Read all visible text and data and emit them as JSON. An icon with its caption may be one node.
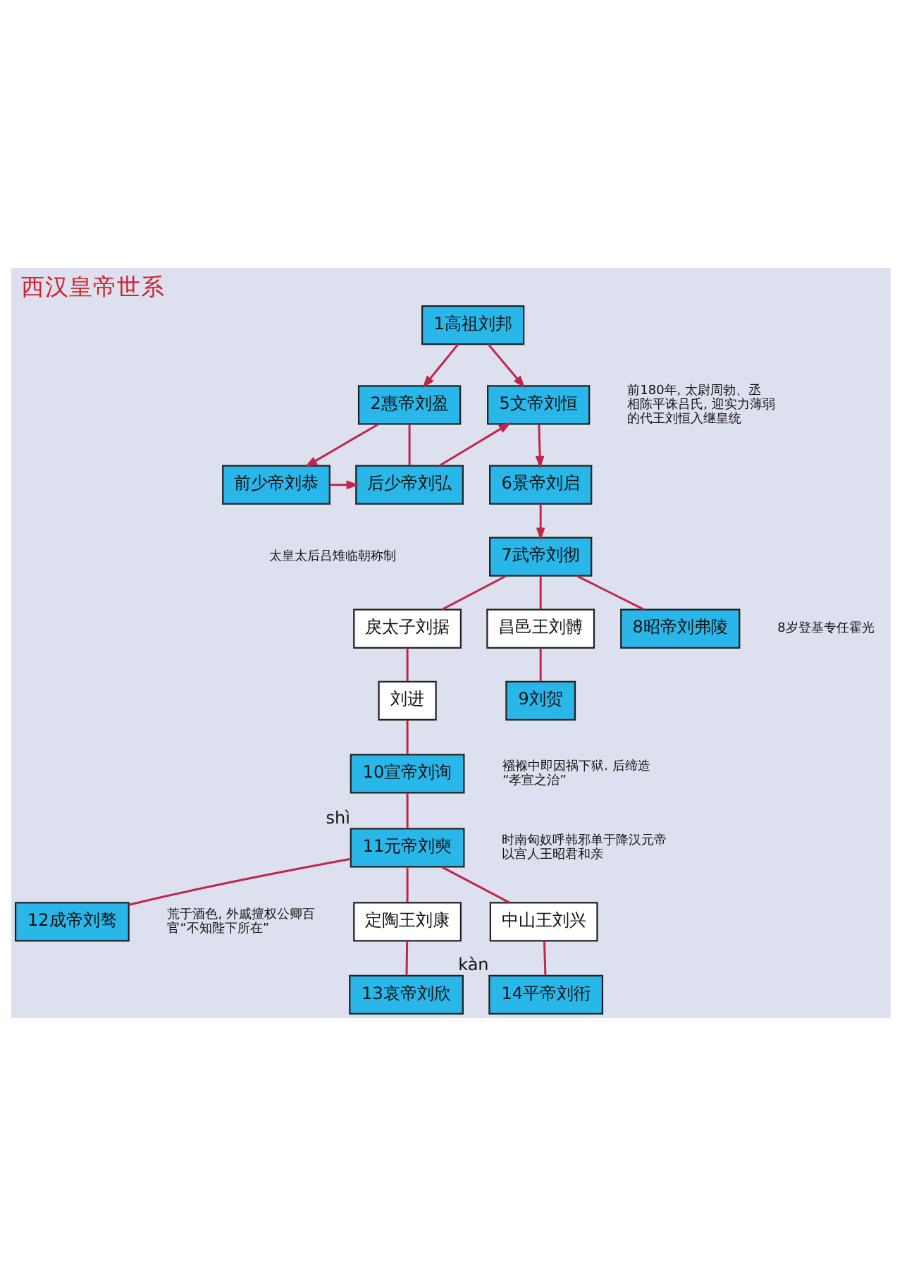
{
  "diagram": {
    "title": "西汉皇帝世系",
    "nodes": [
      {
        "text": [
          "1高祖刘邦"
        ]
      },
      {
        "text": [
          "2惠帝刘盈"
        ]
      },
      {
        "text": [
          "5文帝刘恒"
        ],
        "beside": [
          "前180年, 太尉周勃、丞相陈平诛吕氏, 迎实力薄弱的代王刘恒入继皇统"
        ]
      },
      {
        "text": [
          "前少帝刘恭"
        ]
      },
      {
        "text": [
          "后少帝刘弘"
        ]
      },
      {
        "text": [
          "6景帝刘启"
        ]
      },
      {
        "text": [
          "7武帝刘彻"
        ]
      },
      {
        "text": [
          "戾太子刘据"
        ]
      },
      {
        "text": [
          "昌邑王刘髆"
        ]
      },
      {
        "text": [
          "8昭帝刘弗陵"
        ],
        "beside": [
          "8岁登基专任霍光"
        ]
      },
      {
        "text": [
          "刘进"
        ]
      },
      {
        "text": [
          "9刘贺"
        ]
      },
      {
        "text": [
          "10宣帝刘询"
        ],
        "beside": [
          "襁褓中即因祸下狱. 后缔造“孝宣之治”"
        ]
      },
      {
        "text": [
          "11元帝刘奭"
        ],
        "beside": [
          "shì",
          "时南匈奴呼韩邪单于降汉元帝以宫人王昭君和亲"
        ]
      },
      {
        "text": [
          "12成帝刘骜"
        ],
        "beside": [
          "荒于酒色, 外戚擅权公卿百官“不知陛下所在”"
        ]
      },
      {
        "text": [
          "定陶王刘康"
        ]
      },
      {
        "text": [
          "中山王刘兴"
        ]
      },
      {
        "text": [
          "13哀帝刘欣"
        ]
      },
      {
        "text": [
          "14平帝刘衎"
        ],
        "beside": [
          "kàn"
        ]
      }
    ],
    "edges": [
      {
        "from": 0,
        "to": 1,
        "arrow": "to"
      },
      {
        "from": 0,
        "to": 2,
        "arrow": "to"
      },
      {
        "from": 1,
        "to": 3,
        "arrow": "to"
      },
      {
        "from": 1,
        "to": 4,
        "arrow": "none"
      },
      {
        "from": 3,
        "to": 4,
        "arrow": "to"
      },
      {
        "from": 4,
        "to": 2,
        "arrow": "to"
      },
      {
        "from": 2,
        "to": 5,
        "arrow": "to"
      },
      {
        "from": 5,
        "to": 6,
        "arrow": "to"
      },
      {
        "from": 6,
        "to": 7,
        "arrow": "none"
      },
      {
        "from": 6,
        "to": 8,
        "arrow": "none"
      },
      {
        "from": 6,
        "to": 9,
        "arrow": "none"
      },
      {
        "from": 7,
        "to": 10,
        "arrow": "none"
      },
      {
        "from": 8,
        "to": 11,
        "arrow": "none"
      },
      {
        "from": 10,
        "to": 12,
        "arrow": "none"
      },
      {
        "from": 12,
        "to": 13,
        "arrow": "none"
      },
      {
        "from": 13,
        "to": 14,
        "arrow": "none"
      },
      {
        "from": 13,
        "to": 15,
        "arrow": "none"
      },
      {
        "from": 13,
        "to": 16,
        "arrow": "none"
      },
      {
        "from": 15,
        "to": 17,
        "arrow": "none"
      },
      {
        "from": 16,
        "to": 18,
        "arrow": "none"
      }
    ],
    "labels": [
      "太皇太后吕雉临朝称制"
    ]
  }
}
